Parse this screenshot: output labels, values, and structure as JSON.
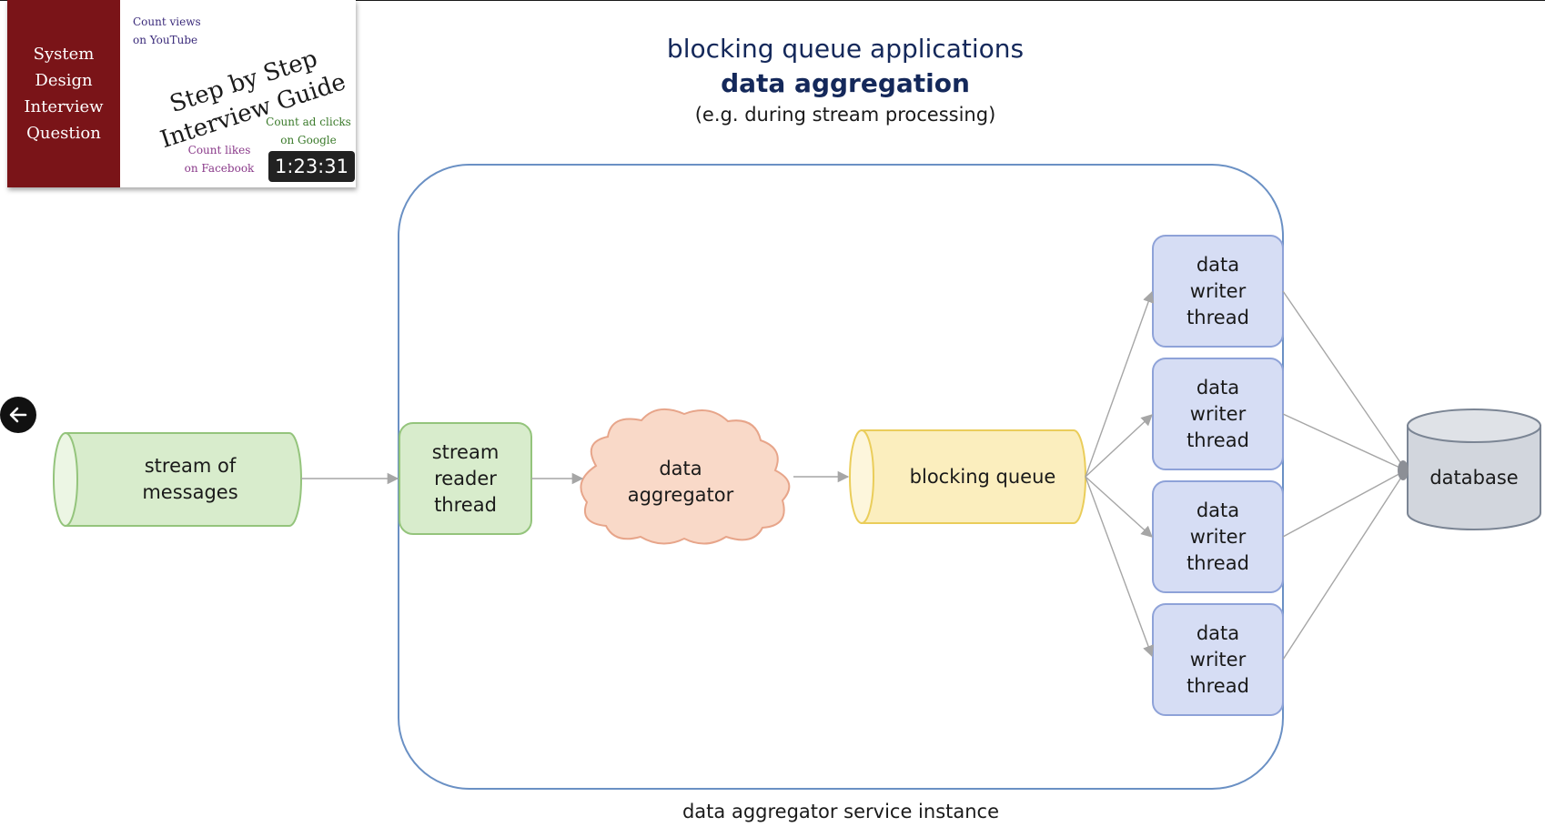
{
  "header": {
    "title": "blocking queue applications",
    "subtitle": "data aggregation",
    "note": "(e.g. during stream processing)"
  },
  "thumbnail": {
    "side_lines": [
      "System",
      "Design",
      "Interview",
      "Question"
    ],
    "main_lines": [
      "Step by Step",
      "Interview Guide"
    ],
    "youtube_lines": [
      "Count views",
      "on YouTube"
    ],
    "facebook_lines": [
      "Count likes",
      "on Facebook"
    ],
    "google_lines": [
      "Count ad clicks",
      "on Google"
    ],
    "timestamp": "1:23:31"
  },
  "diagram": {
    "source": {
      "lines": [
        "stream of",
        "messages"
      ]
    },
    "reader": {
      "lines": [
        "stream",
        "reader",
        "thread"
      ]
    },
    "aggregator": {
      "lines": [
        "data",
        "aggregator"
      ]
    },
    "queue": {
      "label": "blocking queue"
    },
    "writers": [
      {
        "lines": [
          "data",
          "writer",
          "thread"
        ]
      },
      {
        "lines": [
          "data",
          "writer",
          "thread"
        ]
      },
      {
        "lines": [
          "data",
          "writer",
          "thread"
        ]
      },
      {
        "lines": [
          "data",
          "writer",
          "thread"
        ]
      }
    ],
    "database": {
      "label": "database"
    },
    "container_caption": "data aggregator service instance"
  },
  "colors": {
    "container_stroke": "#6a90c4",
    "source_fill": "#d8eccc",
    "source_stroke": "#94c47c",
    "reader_fill": "#d8eccc",
    "reader_stroke": "#94c47c",
    "aggregator_fill": "#f9d9c8",
    "aggregator_stroke": "#e7a58a",
    "queue_fill": "#fbeebe",
    "queue_stroke": "#eacd5a",
    "writer_fill": "#d6ddf4",
    "writer_stroke": "#8ea2d8",
    "database_fill": "#d2d6dd",
    "database_stroke": "#7b8594",
    "arrow": "#a6a6a6"
  }
}
